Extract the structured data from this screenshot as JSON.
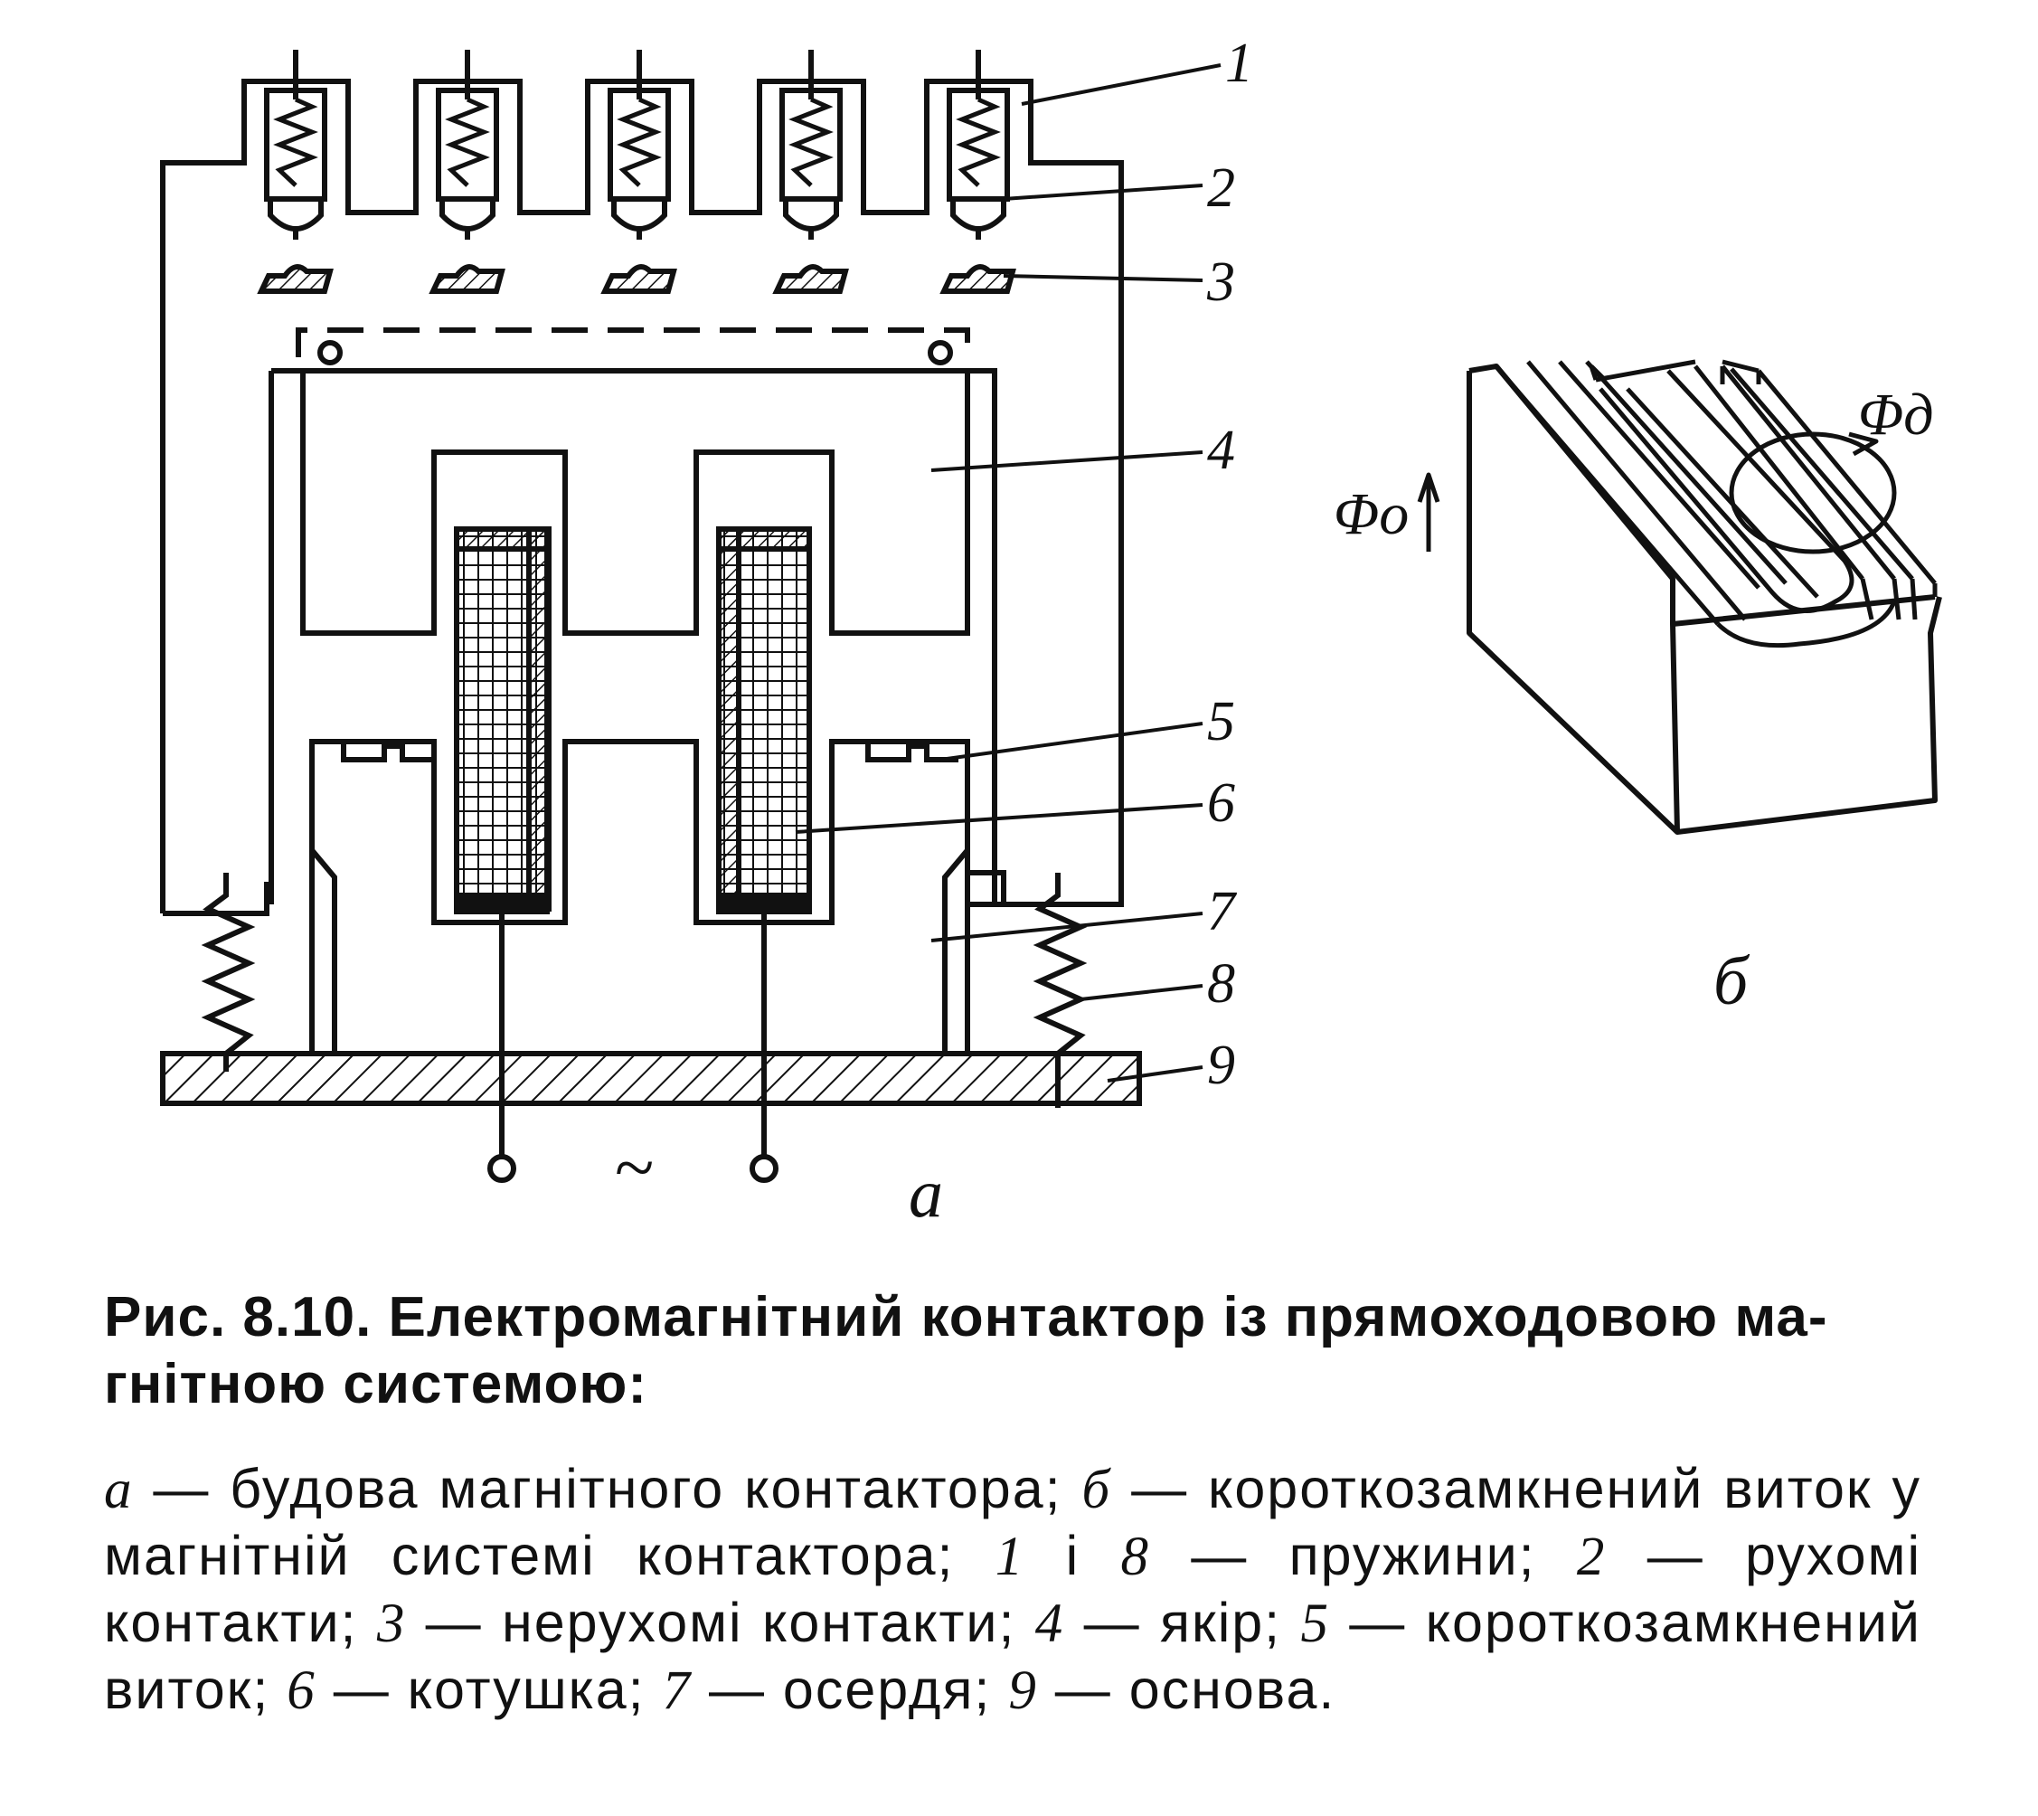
{
  "figure": {
    "callouts": [
      "1",
      "2",
      "3",
      "4",
      "5",
      "6",
      "7",
      "8",
      "9"
    ],
    "panel_a_label": "a",
    "panel_b_label": "б",
    "ac_symbol": "~",
    "flux_main": "Φo",
    "flux_ring": "Φд"
  },
  "caption": {
    "title_line1": "Рис. 8.10. Електромагнітний контактор із прямоходовою ма-",
    "title_line2": "гнітною системою:",
    "items": [
      {
        "key": "а",
        "text": " — будова магнітного контактора; "
      },
      {
        "key": "б",
        "text": " — короткозамкнений виток у магнітній системі контактора; "
      },
      {
        "key": "1",
        "text": " і "
      },
      {
        "key": "8",
        "text": " — пружини; "
      },
      {
        "key": "2",
        "text": " — рухомі контакти; "
      },
      {
        "key": "3",
        "text": " — нерухомі контакти; "
      },
      {
        "key": "4",
        "text": " — якір; "
      },
      {
        "key": "5",
        "text": " — короткозамкнений виток; "
      },
      {
        "key": "6",
        "text": " — котушка; "
      },
      {
        "key": "7",
        "text": " — осердя; "
      },
      {
        "key": "9",
        "text": " — основа."
      }
    ]
  }
}
